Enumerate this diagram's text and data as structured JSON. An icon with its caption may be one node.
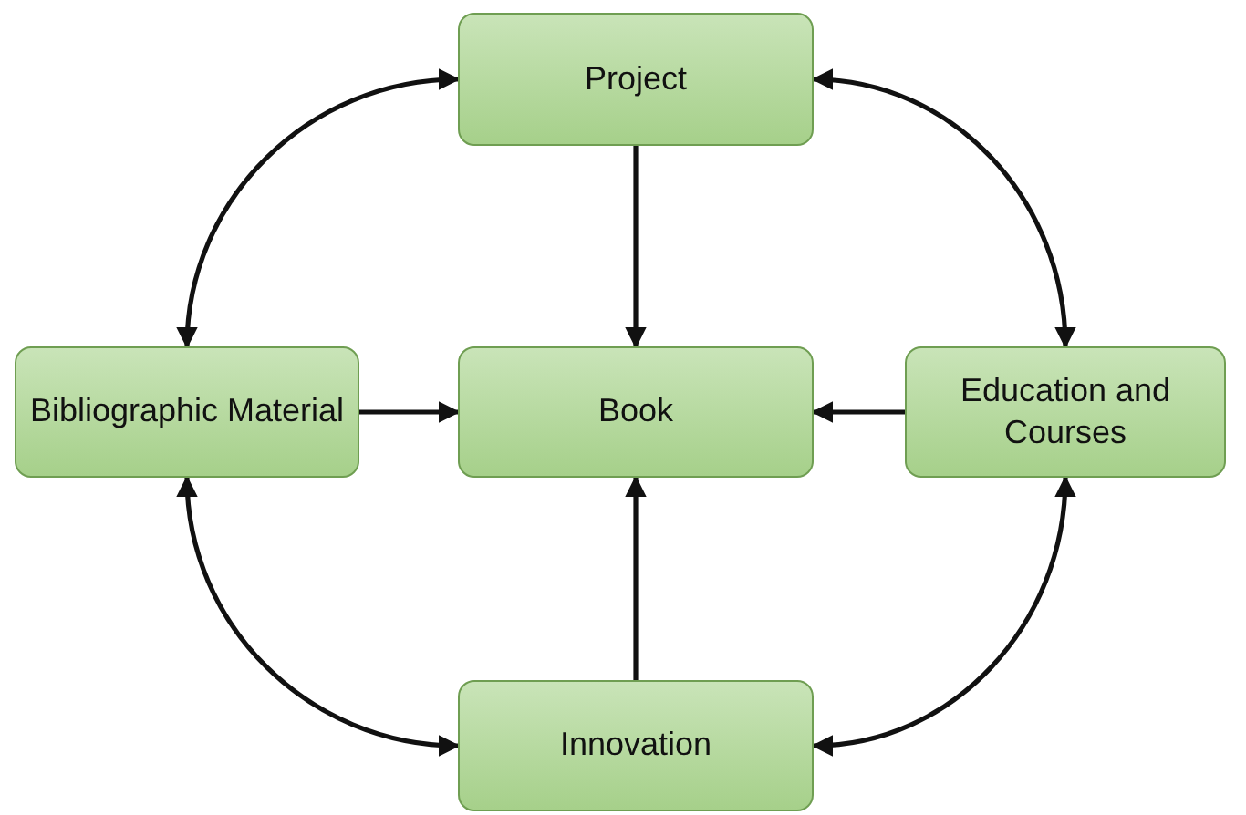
{
  "diagram": {
    "nodes": [
      {
        "text": [
          "Project"
        ]
      },
      {
        "text": [
          "Bibliographic Material"
        ]
      },
      {
        "text": [
          "Book"
        ]
      },
      {
        "text": [
          "Education and Courses"
        ]
      },
      {
        "text": [
          "Innovation"
        ]
      }
    ],
    "edges": [
      {
        "from": 0,
        "to": 2,
        "arrow": "to"
      },
      {
        "from": 1,
        "to": 2,
        "arrow": "to"
      },
      {
        "from": 3,
        "to": 2,
        "arrow": "to"
      },
      {
        "from": 4,
        "to": 2,
        "arrow": "to"
      },
      {
        "from": 0,
        "to": 1,
        "arrow": "both"
      },
      {
        "from": 0,
        "to": 3,
        "arrow": "both"
      },
      {
        "from": 1,
        "to": 4,
        "arrow": "both"
      },
      {
        "from": 3,
        "to": 4,
        "arrow": "both"
      }
    ]
  }
}
